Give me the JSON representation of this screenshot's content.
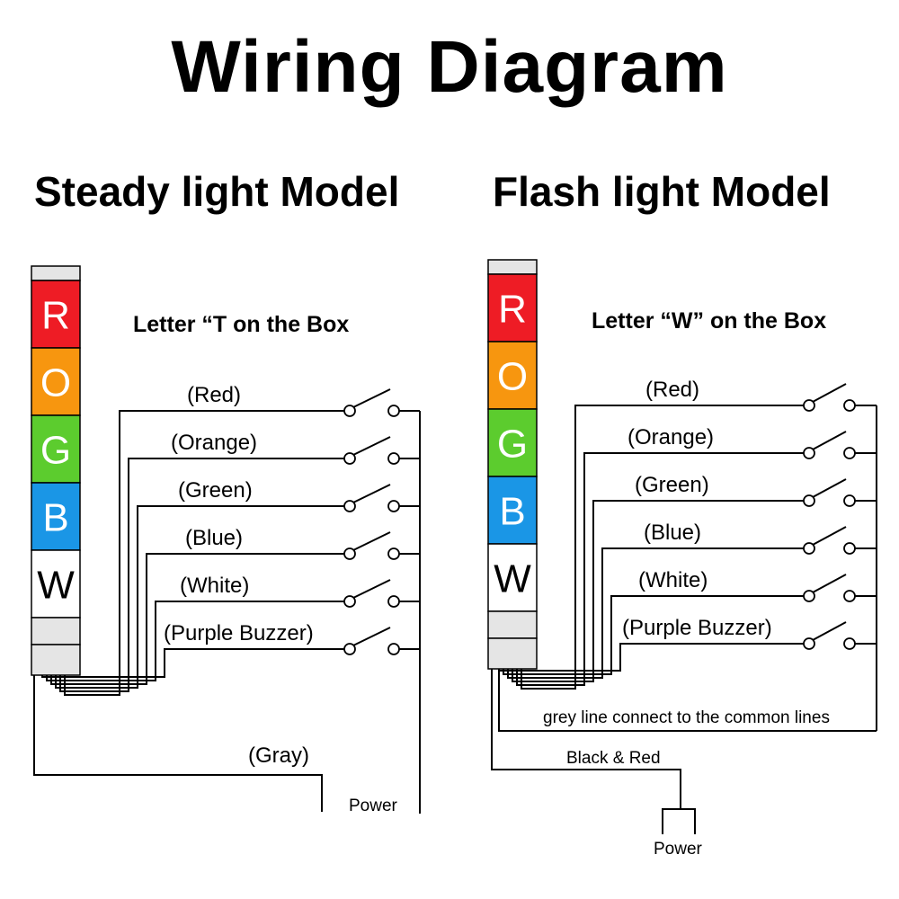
{
  "title": "Wiring Diagram",
  "colors": {
    "red": "#ee1c25",
    "orange": "#f7960f",
    "green": "#5ccc2e",
    "blue": "#1a96e6",
    "white": "#ffffff",
    "gray": "#e5e5e5",
    "line": "#000000"
  },
  "steady": {
    "heading": "Steady light Model",
    "box_note": "Letter “T on the Box",
    "segments": [
      "R",
      "O",
      "G",
      "B",
      "W"
    ],
    "wires": [
      "(Red)",
      "(Orange)",
      "(Green)",
      "(Blue)",
      "(White)",
      "(Purple Buzzer)"
    ],
    "common_label": "(Gray)",
    "power_label": "Power"
  },
  "flash": {
    "heading": "Flash light Model",
    "box_note": "Letter “W” on the Box",
    "segments": [
      "R",
      "O",
      "G",
      "B",
      "W"
    ],
    "wires": [
      "(Red)",
      "(Orange)",
      "(Green)",
      "(Blue)",
      "(White)",
      "(Purple Buzzer)"
    ],
    "common_note": "grey line connect to the common lines",
    "power_wire_label": "Black & Red",
    "power_label": "Power"
  }
}
